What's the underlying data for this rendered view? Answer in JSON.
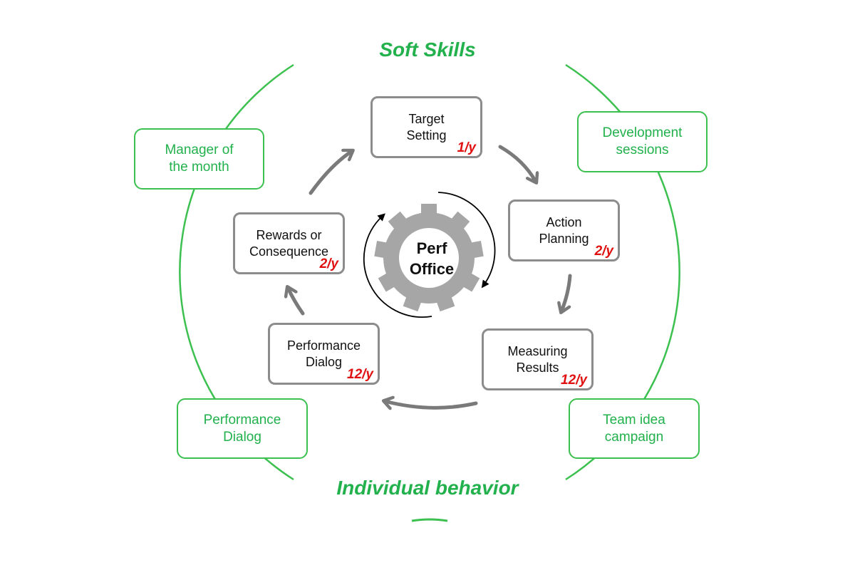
{
  "headings": {
    "top": "Soft Skills",
    "bottom": "Individual behavior"
  },
  "outer_items": [
    {
      "id": "manager-of-the-month",
      "text": "Manager of\nthe month"
    },
    {
      "id": "development-sessions",
      "text": "Development\nsessions"
    },
    {
      "id": "performance-dialog",
      "text": "Performance\nDialog"
    },
    {
      "id": "team-idea-campaign",
      "text": "Team idea\ncampaign"
    }
  ],
  "steps": [
    {
      "id": "target-setting",
      "text": "Target\nSetting",
      "freq": "1/y"
    },
    {
      "id": "action-planning",
      "text": "Action\nPlanning",
      "freq": "2/y"
    },
    {
      "id": "measuring-results",
      "text": "Measuring\nResults",
      "freq": "12/y"
    },
    {
      "id": "performance-dialog",
      "text": "Performance\nDialog",
      "freq": "12/y"
    },
    {
      "id": "rewards-or-consequence",
      "text": "Rewards or\nConsequence",
      "freq": "2/y"
    }
  ],
  "center": {
    "label": "Perf\nOffice",
    "icon": "gear-icon"
  },
  "colors": {
    "green": "#22b14c",
    "green_line": "#3cc04f",
    "gray_arrow": "#7a7a7a",
    "box_border": "#8c8c8c",
    "gear": "#a6a6a6",
    "frequency": "#e01010"
  }
}
